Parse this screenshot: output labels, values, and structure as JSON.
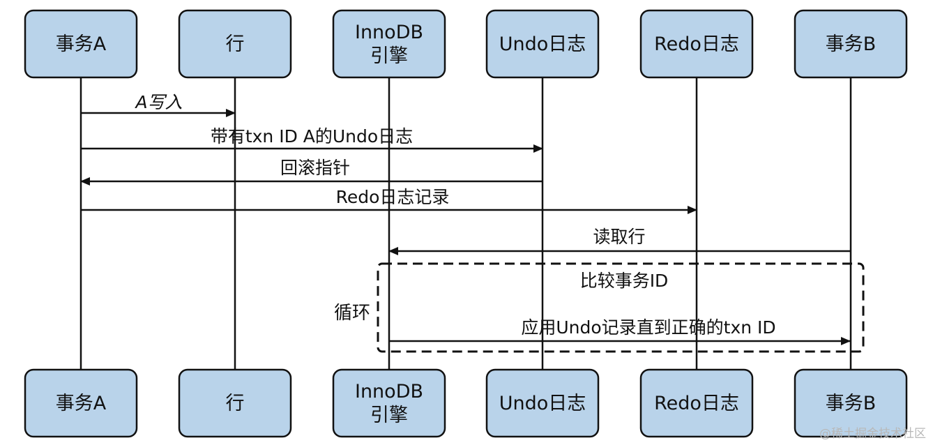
{
  "participants": [
    {
      "id": "txa",
      "lines": [
        "事务A"
      ]
    },
    {
      "id": "row",
      "lines": [
        "行"
      ]
    },
    {
      "id": "innodb",
      "lines": [
        "InnoDB",
        "引擎"
      ]
    },
    {
      "id": "undo",
      "lines": [
        "Undo日志"
      ]
    },
    {
      "id": "redo",
      "lines": [
        "Redo日志"
      ]
    },
    {
      "id": "txb",
      "lines": [
        "事务B"
      ]
    }
  ],
  "messages": [
    {
      "from": "txa",
      "to": "row",
      "label": "A写入"
    },
    {
      "from": "txa",
      "to": "undo",
      "label": "带有txn ID A的Undo日志"
    },
    {
      "from": "undo",
      "to": "txa",
      "label": "回滚指针"
    },
    {
      "from": "txa",
      "to": "redo",
      "label": "Redo日志记录"
    },
    {
      "from": "txb",
      "to": "innodb",
      "label": "读取行"
    }
  ],
  "loop": {
    "label": "循环",
    "inner_text": "比较事务ID",
    "message": {
      "from": "innodb",
      "to": "txb",
      "label": "应用Undo记录直到正确的txn ID"
    }
  },
  "watermark": "@稀土掘金技术社区",
  "colors": {
    "box_fill": "#b9d3ea",
    "stroke": "#111111",
    "background": "#ffffff"
  }
}
